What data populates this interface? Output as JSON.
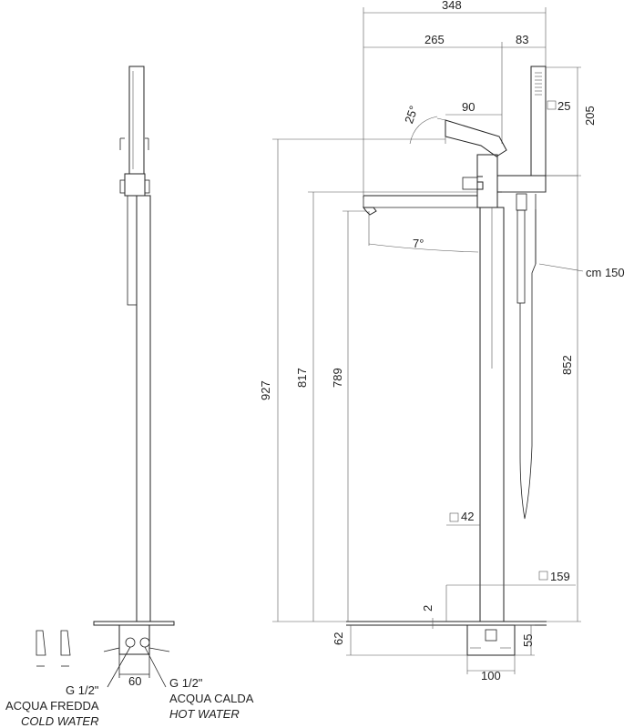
{
  "dimensions": {
    "overall_width": "348",
    "spout_reach": "265",
    "handshower_offset": "83",
    "lever_length": "90",
    "lever_angle": "25°",
    "spout_angle": "7°",
    "handshower_square": "25",
    "handshower_height": "205",
    "hose_length": "cm 150",
    "total_height": "927",
    "height_817": "817",
    "height_789": "789",
    "height_852": "852",
    "column_square": "42",
    "base_square": "159",
    "base_thickness": "2",
    "depth_62": "62",
    "depth_55": "55",
    "base_width_100": "100",
    "pipe_spacing": "60"
  },
  "connections": {
    "cold_thread": "G 1/2\"",
    "cold_it": "ACQUA FREDDA",
    "cold_en": "COLD WATER",
    "hot_thread": "G 1/2\"",
    "hot_it": "ACQUA CALDA",
    "hot_en": "HOT WATER"
  }
}
